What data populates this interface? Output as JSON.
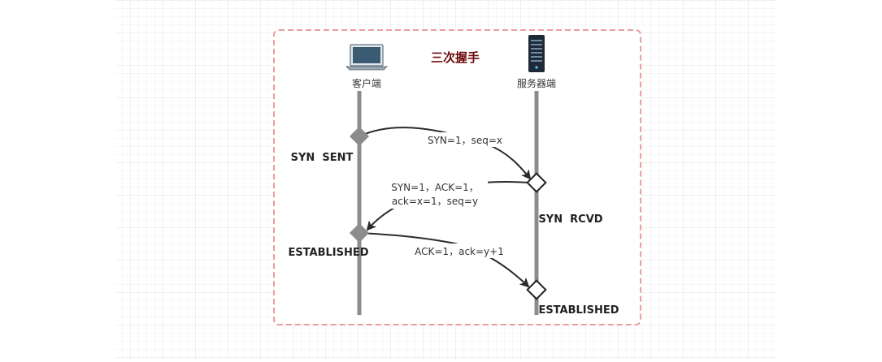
{
  "diagram": {
    "title": "三次握手",
    "client_label": "客户端",
    "server_label": "服务器端",
    "messages": [
      {
        "lines": [
          "SYN=1，seq=x"
        ]
      },
      {
        "lines": [
          "SYN=1，ACK=1，",
          "ack=x=1，seq=y"
        ]
      },
      {
        "lines": [
          "ACK=1，ack=y+1"
        ]
      }
    ],
    "states": {
      "client_syn_sent": "SYN  SENT",
      "client_established": "ESTABLISHED",
      "server_syn_rcvd": "SYN  RCVD",
      "server_established": "ESTABLISHED"
    }
  },
  "colors": {
    "grid": "#e8e8e8",
    "frame": "#ea9f9c",
    "title": "#6b0a0a",
    "lifeline": "#8c8c8c",
    "arrow": "#2b2b2b",
    "laptop_screen": "#3b5b73",
    "server_body": "#1e2a38"
  }
}
